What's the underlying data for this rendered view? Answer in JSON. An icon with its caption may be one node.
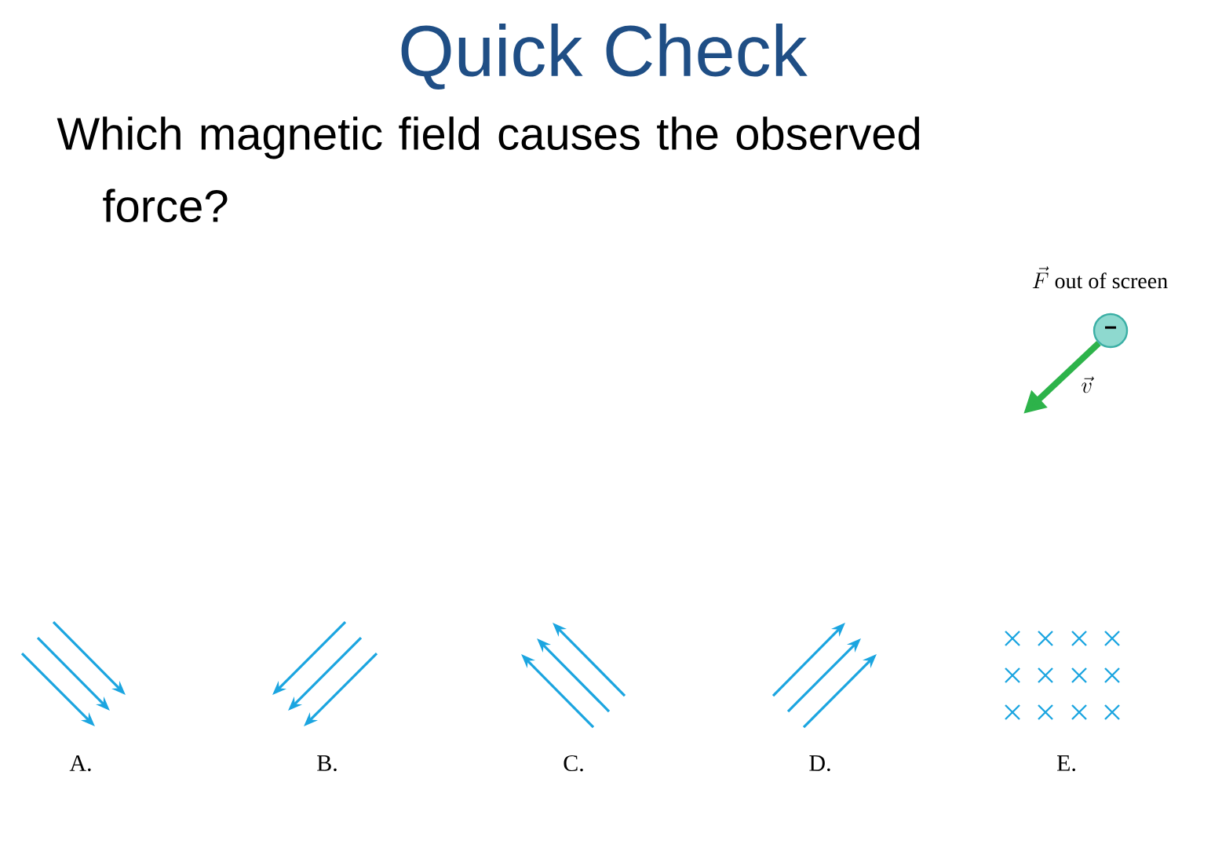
{
  "diagram": {
    "title": "Quick Check",
    "nodes": [
      {
        "text": [
          "−"
        ]
      }
    ],
    "labels": [
      "Which magnetic field causes the observed force?",
      "\\vec{F}",
      "out of screen",
      "\\vec{v}",
      "A.",
      "B.",
      "C.",
      "D.",
      "E."
    ]
  }
}
